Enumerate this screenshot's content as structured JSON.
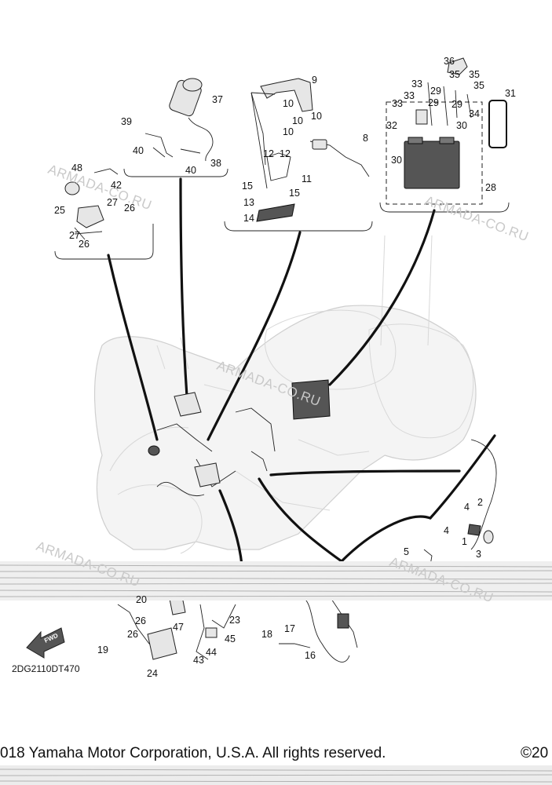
{
  "diagram": {
    "callouts": [
      "1",
      "2",
      "3",
      "4",
      "5",
      "8",
      "9",
      "10",
      "11",
      "12",
      "13",
      "14",
      "15",
      "16",
      "17",
      "18",
      "19",
      "20",
      "23",
      "24",
      "25",
      "26",
      "27",
      "28",
      "29",
      "30",
      "31",
      "32",
      "33",
      "34",
      "35",
      "36",
      "37",
      "38",
      "39",
      "40",
      "42",
      "43",
      "44",
      "45",
      "47",
      "48"
    ],
    "watermark": "ARMADA-CO.RU",
    "drawing_code": "2DG2110DT470",
    "fwd_arrow_label": "FWD",
    "copyright": "018 Yamaha Motor Corporation, U.S.A. All rights reserved.",
    "copyright_right": "©20"
  }
}
